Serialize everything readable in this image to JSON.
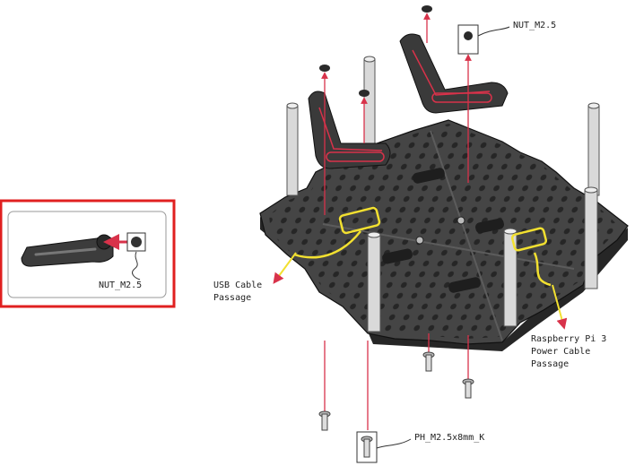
{
  "labels": {
    "nut_top": "NUT_M2.5",
    "nut_inset": "NUT_M2.5",
    "usb": "USB Cable\nPassage",
    "rpi": "Raspberry Pi 3\nPower Cable\nPassage",
    "screw": "PH_M2.5x8mm_K"
  },
  "colors": {
    "plate": "#4a4a4a",
    "plate_dark": "#2e2e2e",
    "hole": "#2a2a2a",
    "arrow": "#d8324a",
    "highlight_yellow": "#f2e030",
    "inset_border": "#e02020",
    "standoff": "#d9d9d9"
  }
}
